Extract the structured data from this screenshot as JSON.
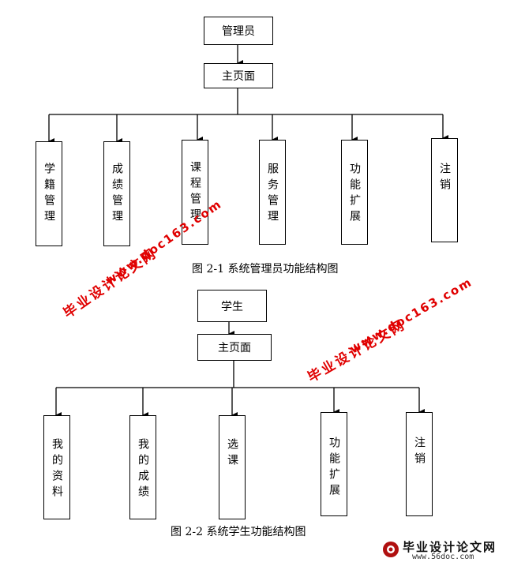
{
  "diagram1": {
    "root": "管理员",
    "home": "主页面",
    "children": [
      "学籍管理",
      "成绩管理",
      "课程管理",
      "服务管理",
      "功能扩展",
      "注销"
    ],
    "caption": "图 2-1  系统管理员功能结构图"
  },
  "diagram2": {
    "root": "学生",
    "home": "主页面",
    "children": [
      "我的资料",
      "我的成绩",
      "选课",
      "功能扩展",
      "注销"
    ],
    "caption": "图 2-2  系统学生功能结构图"
  },
  "watermarks": {
    "site_name": "毕业设计论文网",
    "site_url": "www.doc163.com"
  },
  "logo": {
    "name": "毕业设计论文网",
    "url": "www.56doc.com"
  }
}
